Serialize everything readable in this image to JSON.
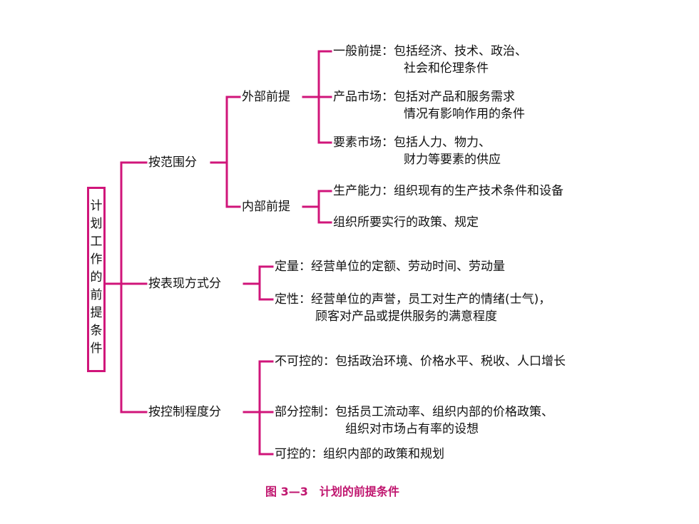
{
  "root": "计划工作的前提条件",
  "level1": {
    "scope": "按范围分",
    "expression": "按表现方式分",
    "control": "按控制程度分"
  },
  "level2": {
    "external": "外部前提",
    "internal": "内部前提"
  },
  "leaves": {
    "general_line1": "一般前提：包括经济、技术、政治、",
    "general_line2": "社会和伦理条件",
    "product_line1": "产品市场：包括对产品和服务需求",
    "product_line2": "情况有影响作用的条件",
    "factor_line1": "要素市场：包括人力、物力、",
    "factor_line2": "财力等要素的供应",
    "capacity": "生产能力：组织现有的生产技术条件和设备",
    "policy": "组织所要实行的政策、规定",
    "quant": "定量：经营单位的定额、劳动时间、劳动量",
    "qual_line1": "定性：经营单位的声誉，员工对生产的情绪(士气)，",
    "qual_line2": "顾客对产品或提供服务的满意程度",
    "uncontrollable": "不可控的：包括政治环境、价格水平、税收、人口增长",
    "partial_line1": "部分控制：包括员工流动率、组织内部的价格政策、",
    "partial_line2": "组织对市场占有率的设想",
    "controllable": "可控的：组织内部的政策和规划"
  },
  "caption": "图 3—3　计划的前提条件",
  "colors": {
    "line": "#d0157a",
    "caption": "#c0166f"
  }
}
